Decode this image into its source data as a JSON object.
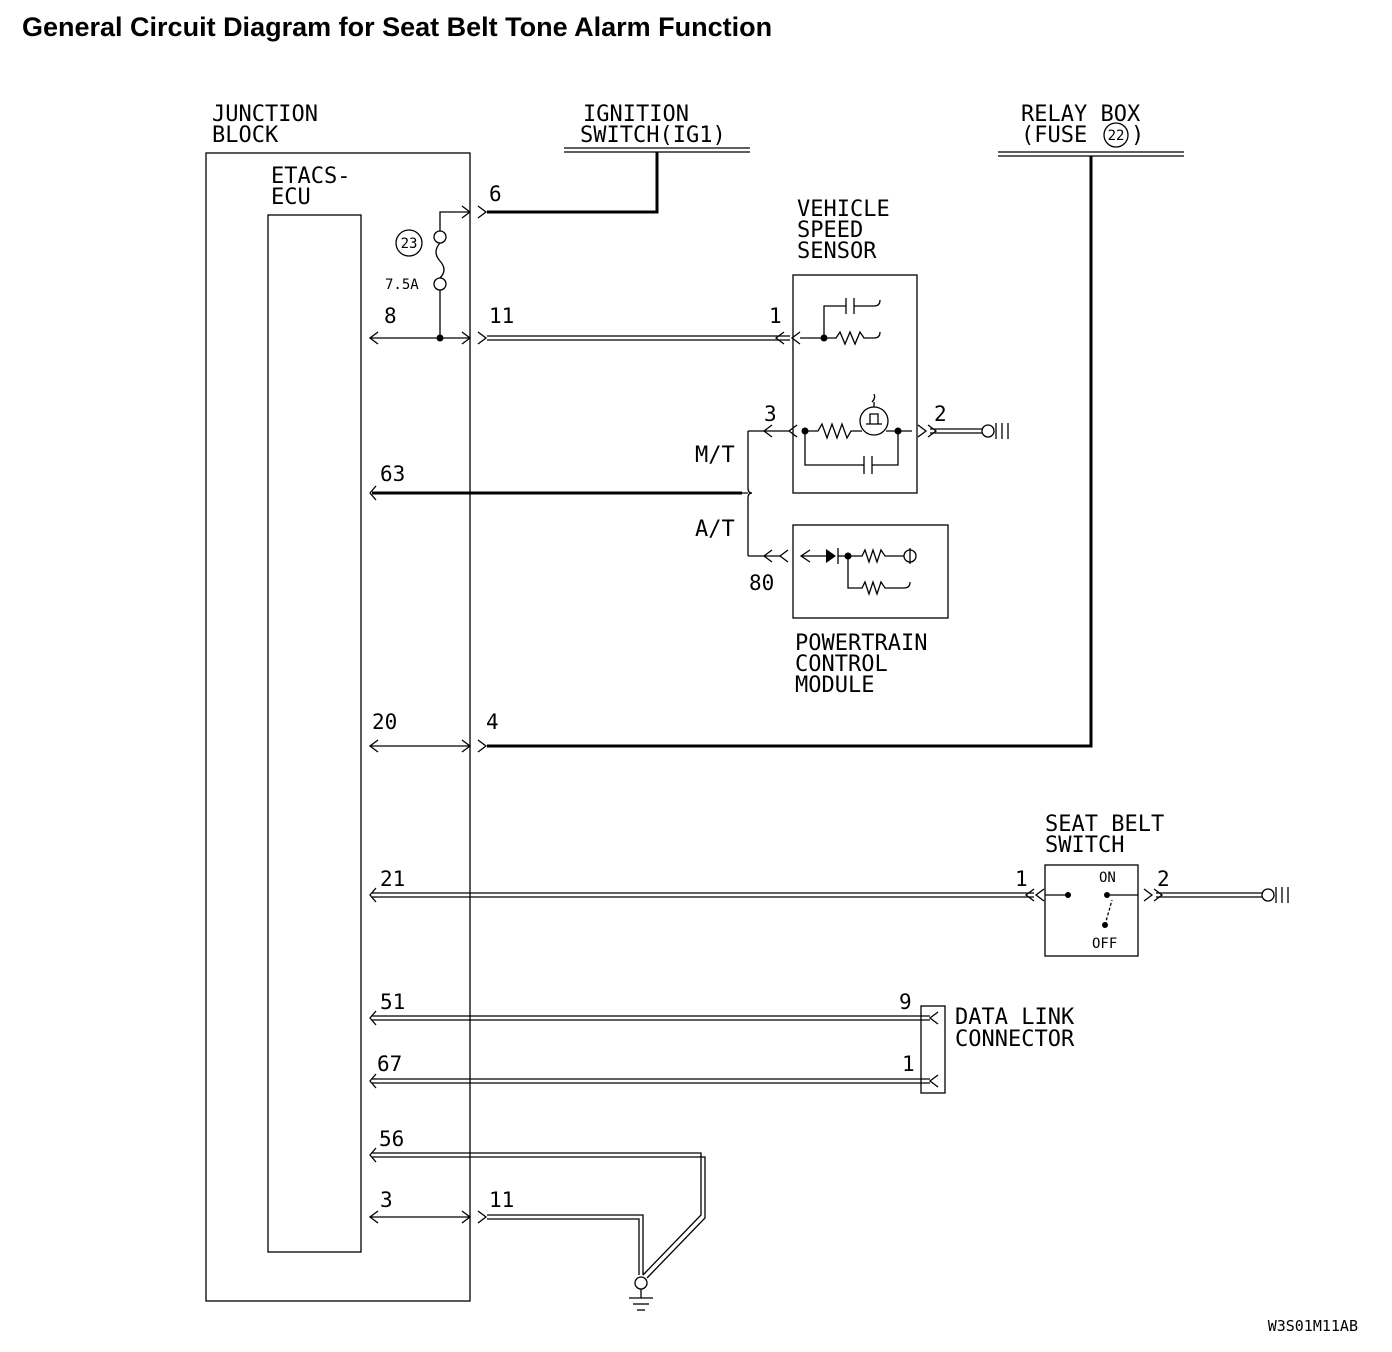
{
  "title": "General Circuit Diagram for Seat Belt Tone Alarm Function",
  "labels": {
    "junction_block": [
      "JUNCTION",
      "BLOCK"
    ],
    "etacs_ecu": [
      "ETACS-",
      "ECU"
    ],
    "ignition_switch": [
      "IGNITION",
      "SWITCH(IG1)"
    ],
    "relay_box": [
      "RELAY BOX",
      "(FUSE",
      ")"
    ],
    "relay_fuse_no": "22",
    "vehicle_speed_sensor": [
      "VEHICLE",
      "SPEED",
      "SENSOR"
    ],
    "powertrain_control_module": [
      "POWERTRAIN",
      "CONTROL",
      "MODULE"
    ],
    "seat_belt_switch": [
      "SEAT BELT",
      "SWITCH"
    ],
    "data_link_connector": [
      "DATA LINK",
      "CONNECTOR"
    ],
    "fuse_no": "23",
    "fuse_rating": "7.5A",
    "mt": "M/T",
    "at": "A/T",
    "switch_on": "ON",
    "switch_off": "OFF",
    "figure_code": "W3S01M11AB"
  },
  "pins": {
    "jb_ign": "6",
    "ecu_8": "8",
    "jb_11_top": "11",
    "vss_1": "1",
    "vss_3": "3",
    "vss_2": "2",
    "ecu_63": "63",
    "pcm_80": "80",
    "ecu_20": "20",
    "jb_4": "4",
    "ecu_21": "21",
    "sbs_1": "1",
    "sbs_2": "2",
    "ecu_51": "51",
    "dlc_9": "9",
    "ecu_67": "67",
    "dlc_1": "1",
    "ecu_56": "56",
    "ecu_3": "3",
    "jb_11_bottom": "11"
  }
}
